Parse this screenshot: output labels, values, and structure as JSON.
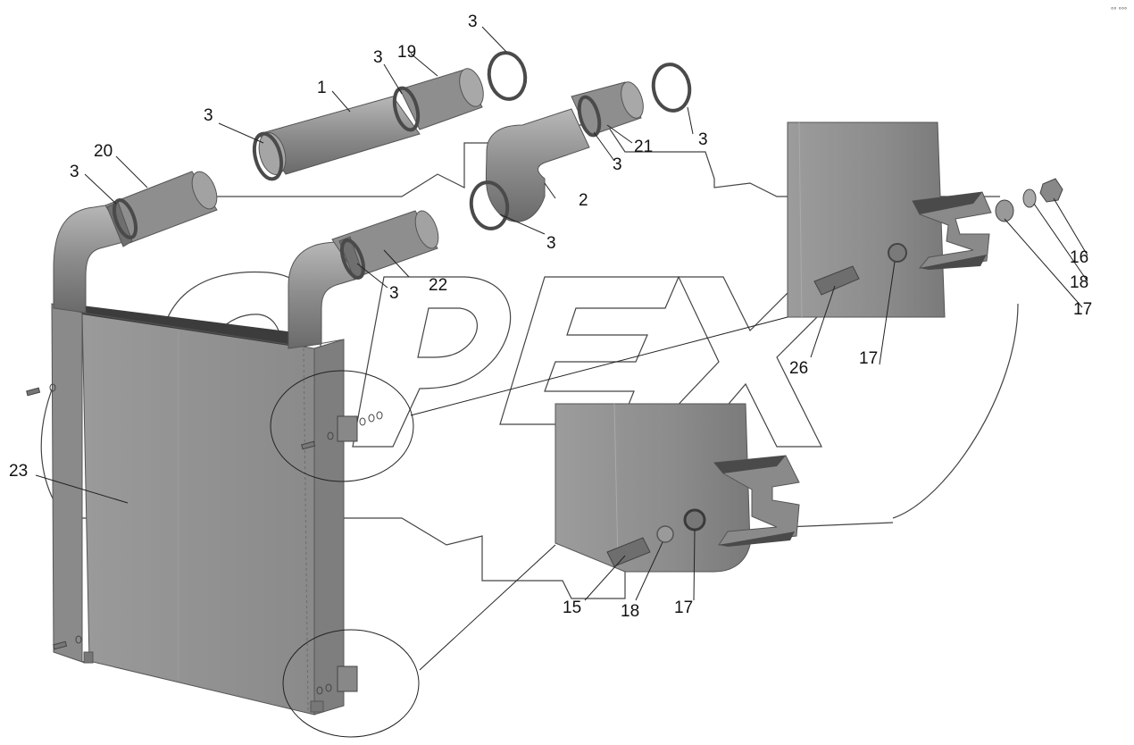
{
  "diagram": {
    "watermark": "OPEX",
    "corner_mark": "°° °°°",
    "callouts": {
      "c1": "1",
      "c2": "2",
      "c3": "3",
      "c15": "15",
      "c16": "16",
      "c17": "17",
      "c18": "18",
      "c19": "19",
      "c20": "20",
      "c21": "21",
      "c22": "22",
      "c23": "23",
      "c26": "26"
    }
  },
  "colors": {
    "part_fill": "#8f8f8f",
    "part_dark": "#6e6e6e",
    "part_light": "#b4b4b4",
    "line": "#222222",
    "background": "#ffffff"
  }
}
